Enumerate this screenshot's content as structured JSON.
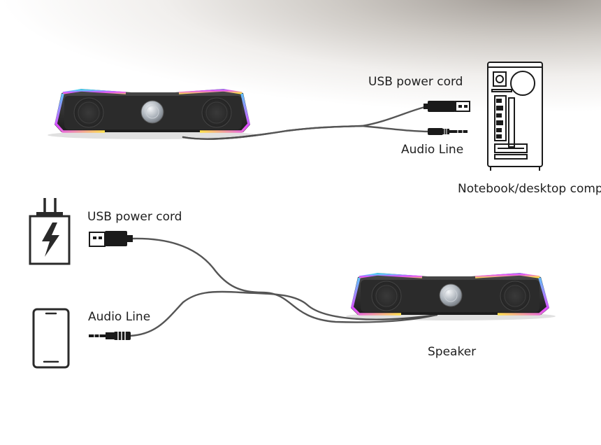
{
  "labels": {
    "usb_power_cord_top": "USB power cord",
    "audio_line_top": "Audio Line",
    "computer": "Notebook/desktop computer",
    "usb_power_cord_bottom": "USB power cord",
    "audio_line_bottom": "Audio Line",
    "speaker": "Speaker"
  },
  "icons": {
    "computer": "desktop-tower-icon",
    "charger": "wall-charger-icon",
    "phone": "smartphone-icon",
    "usb_plug": "usb-plug-icon",
    "audio_plug": "audio-jack-icon"
  },
  "colors": {
    "cable": "#555555",
    "speaker_body": "#2b2b2b",
    "rgb_cyan": "#46d7ff",
    "rgb_magenta": "#e24bff",
    "rgb_yellow": "#ffe14a"
  }
}
